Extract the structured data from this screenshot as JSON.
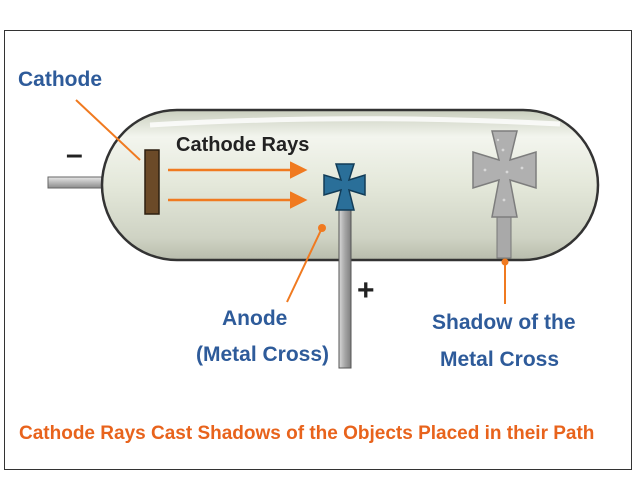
{
  "labels": {
    "cathode": "Cathode",
    "cathode_rays": "Cathode Rays",
    "minus": "–",
    "plus": "+",
    "anode_line1": "Anode",
    "anode_line2": "(Metal Cross)",
    "shadow_line1": "Shadow of the",
    "shadow_line2": "Metal Cross"
  },
  "caption": "Cathode Rays Cast Shadows of the Objects Placed in their Path",
  "colors": {
    "label_blue": "#2e5b9a",
    "caption_orange": "#e8631c",
    "arrow_orange": "#f07a20",
    "cross_blue": "#2a6f99",
    "shadow_gray": "#b0b0b0",
    "tube_fill": "#e7ebde"
  }
}
